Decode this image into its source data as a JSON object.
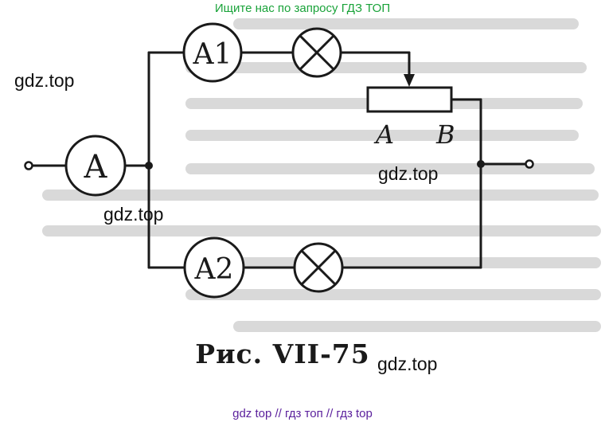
{
  "banner": "Ищите нас по запросу ГДЗ ТОП",
  "watermark": "gdz.top",
  "footer": "gdz top  //  гдз топ  //  гдз top",
  "caption": "Рис.  VII-75",
  "meters": {
    "main": "A",
    "top_branch": "A1",
    "bottom_branch": "A2"
  },
  "rheostat": {
    "end_a": "A",
    "end_b": "B"
  },
  "colors": {
    "ink": "#1a1a1a",
    "banner": "#1aa33a",
    "footer": "#5a1f9c"
  }
}
